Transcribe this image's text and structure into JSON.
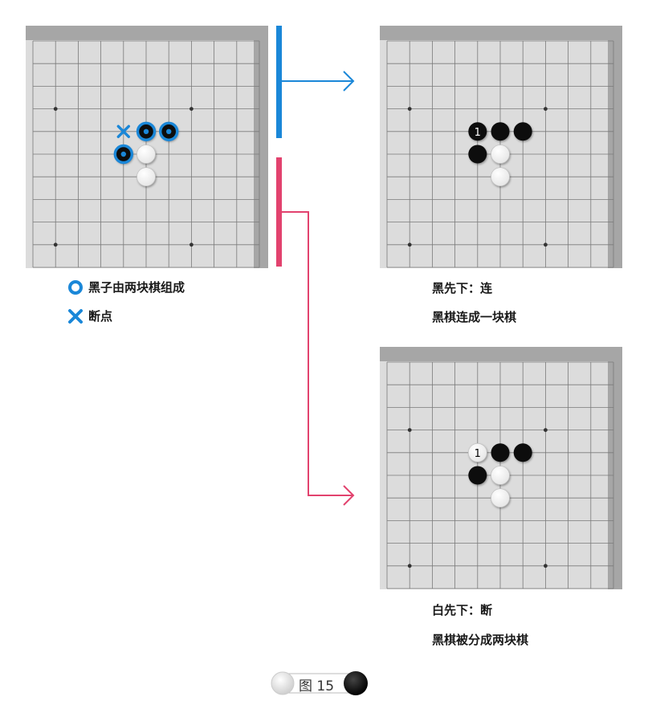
{
  "legend": {
    "black_group_text": "黑子由两块棋组成",
    "cut_point_text": "断点",
    "black_group_marker_color": "#1a87d8",
    "cut_point_color": "#1a87d8"
  },
  "boards": {
    "original": {
      "black": [
        [
          5,
          4
        ],
        [
          6,
          4
        ],
        [
          4,
          5
        ]
      ],
      "white": [
        [
          5,
          5
        ],
        [
          5,
          6
        ]
      ],
      "marked_black": [
        [
          5,
          4
        ],
        [
          6,
          4
        ],
        [
          4,
          5
        ]
      ],
      "cut": [
        [
          4,
          4
        ]
      ]
    },
    "black_first": {
      "black": [
        [
          4,
          4
        ],
        [
          5,
          4
        ],
        [
          6,
          4
        ],
        [
          4,
          5
        ]
      ],
      "white": [
        [
          5,
          5
        ],
        [
          5,
          6
        ]
      ],
      "numbered_stone": {
        "color": "black",
        "label": "1"
      }
    },
    "white_first": {
      "black": [
        [
          5,
          4
        ],
        [
          6,
          4
        ],
        [
          4,
          5
        ]
      ],
      "white": [
        [
          4,
          4
        ],
        [
          5,
          5
        ],
        [
          5,
          6
        ]
      ],
      "numbered_stone": {
        "color": "white",
        "label": "1"
      }
    }
  },
  "captions": {
    "black_first_line1": "黑先下：连",
    "black_first_line2": "黑棋连成一块棋",
    "white_first_line1": "白先下：断",
    "white_first_line2": "黑棋被分成两块棋"
  },
  "figure_label": "图 15",
  "colors": {
    "blue_arrow": "#1a87d8",
    "pink_arrow": "#e2426e",
    "board_bg": "#dcdcdc",
    "board_shadow": "#a6a6a6"
  }
}
